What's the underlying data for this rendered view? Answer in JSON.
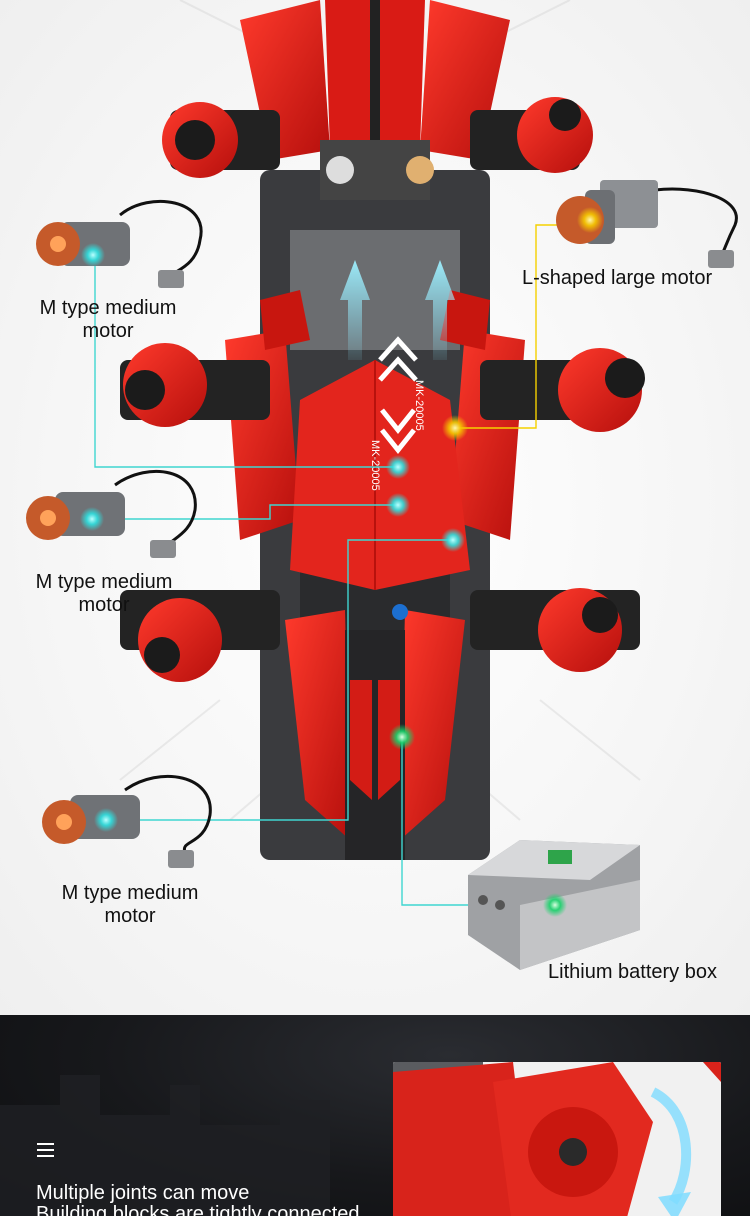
{
  "labels": {
    "m_motor_1_line1": "M type medium",
    "m_motor_1_line2": "motor",
    "l_motor": "L-shaped large motor",
    "m_motor_2_line1": "M type medium",
    "m_motor_2_line2": "motor",
    "m_motor_3_line1": "M type medium",
    "m_motor_3_line2": "motor",
    "battery": "Lithium battery box"
  },
  "car_decals": [
    "MK-20005",
    "MK-20005"
  ],
  "features": {
    "line1": "Multiple joints can move",
    "line2": "Building blocks are tightly connected"
  },
  "colors": {
    "car_red": "#e0231c",
    "cyan_line": "#3fd6d0",
    "yellow_line": "#f5d100",
    "dark_bg": "#141518"
  }
}
